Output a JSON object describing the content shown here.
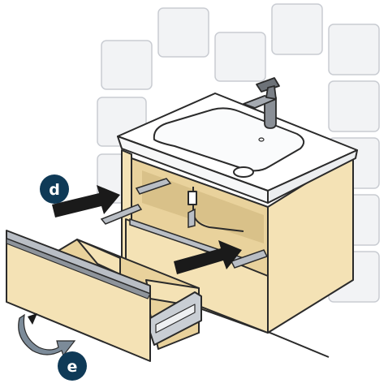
{
  "labels": {
    "step_d": "d",
    "step_e": "e"
  },
  "colors": {
    "wood": "#f4e2b5",
    "wood_shadow": "#e9d29c",
    "tile_fill": "#f2f3f5",
    "tile_stroke": "#c9ccd2",
    "outline": "#2a2a2a",
    "arrow_push": "#1a1a1a",
    "arrow_curve": "#7c8b99",
    "badge": "#0f3a57",
    "metal": "#b9bec5"
  },
  "icons": {
    "push_arrow": "arrow-right",
    "rotate_arrow": "curved-arrow"
  }
}
